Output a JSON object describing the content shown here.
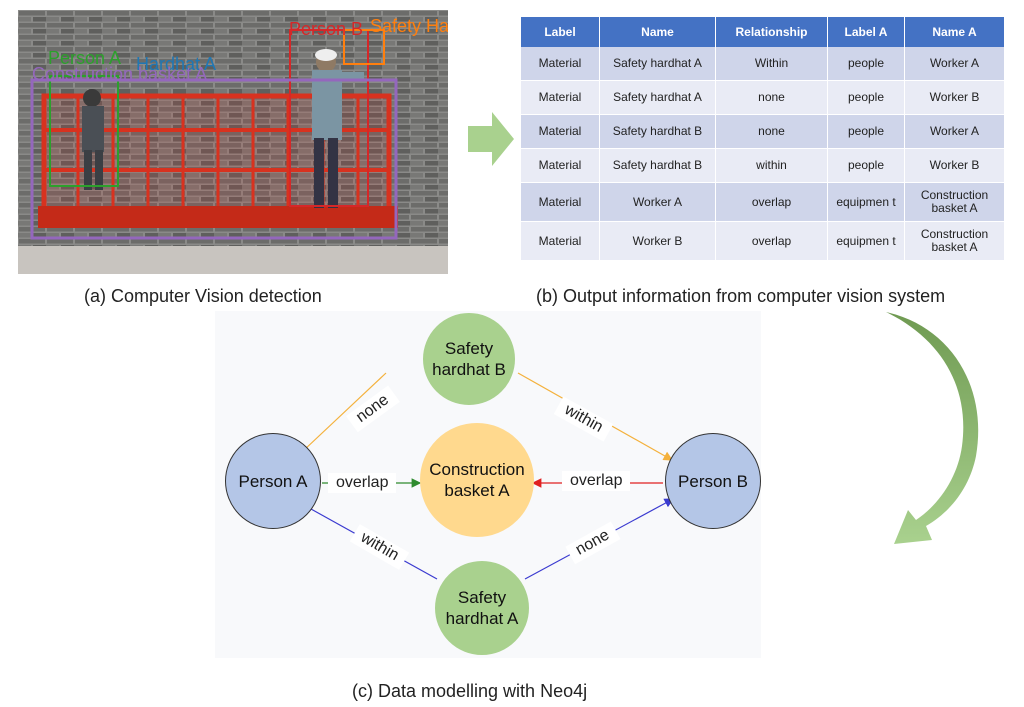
{
  "panel_a": {
    "caption": "(a) Computer Vision detection",
    "boxes": [
      {
        "label": "Person B",
        "color": "#d62728"
      },
      {
        "label": "Safety Hardhat B",
        "color": "#ff7f0e"
      },
      {
        "label": "Person A",
        "color": "#2ca02c"
      },
      {
        "label": "Hardhat A",
        "color": "#1f77b4"
      },
      {
        "label": "Construction basket A",
        "color": "#9467bd"
      }
    ]
  },
  "panel_b": {
    "caption": "(b) Output information from computer vision system",
    "headers": [
      "Label",
      "Name",
      "Relationship",
      "Label A",
      "Name A"
    ],
    "rows": [
      [
        "Material",
        "Safety hardhat A",
        "Within",
        "people",
        "Worker A"
      ],
      [
        "Material",
        "Safety hardhat A",
        "none",
        "people",
        "Worker B"
      ],
      [
        "Material",
        "Safety hardhat B",
        "none",
        "people",
        "Worker A"
      ],
      [
        "Material",
        "Safety hardhat B",
        "within",
        "people",
        "Worker B"
      ],
      [
        "Material",
        "Worker A",
        "overlap",
        "equipmen t",
        "Construction basket A"
      ],
      [
        "Material",
        "Worker B",
        "overlap",
        "equipmen t",
        "Construction basket A"
      ]
    ],
    "header_color": "#4472c4"
  },
  "panel_c": {
    "caption": "(c) Data modelling with Neo4j",
    "nodes": {
      "hardhat_b": "Safety hardhat B",
      "person_a": "Person A",
      "basket": "Construction basket A",
      "person_b": "Person B",
      "hardhat_a": "Safety hardhat A"
    },
    "edges": {
      "hb_pa": "none",
      "hb_pb": "within",
      "pa_basket": "overlap",
      "pb_basket": "overlap",
      "ha_pa": "within",
      "ha_pb": "none"
    },
    "colors": {
      "person": "#b4c6e7",
      "hardhat": "#a9d18e",
      "basket": "#ffd98e",
      "arrow": "#8fbf6a"
    }
  }
}
